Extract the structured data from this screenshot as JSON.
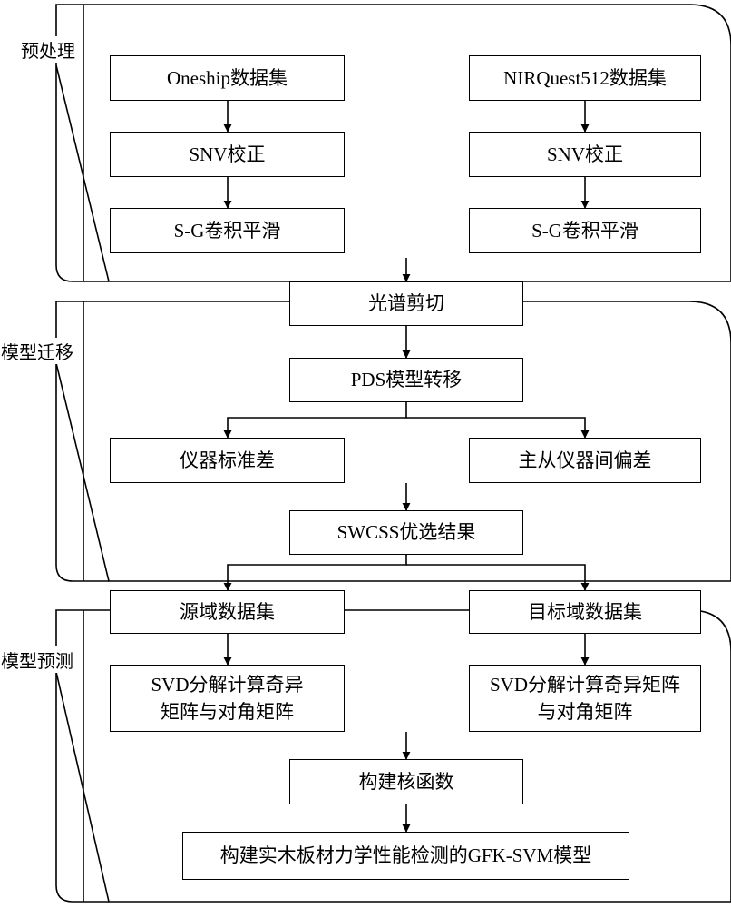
{
  "stages": {
    "preprocess": "预处理",
    "transfer": "模型迁移",
    "predict": "模型预测"
  },
  "nodes": {
    "oneship": "Oneship数据集",
    "nirquest": "NIRQuest512数据集",
    "snv_left": "SNV校正",
    "snv_right": "SNV校正",
    "sg_left": "S-G卷积平滑",
    "sg_right": "S-G卷积平滑",
    "spectral_cut": "光谱剪切",
    "pds": "PDS模型转移",
    "instrument_std": "仪器标准差",
    "master_slave_bias": "主从仪器间偏差",
    "swcss": "SWCSS优选结果",
    "source_domain": "源域数据集",
    "target_domain": "目标域数据集",
    "svd_left": "SVD分解计算奇异\n矩阵与对角矩阵",
    "svd_right": "SVD分解计算奇异矩阵\n与对角矩阵",
    "kernel": "构建核函数",
    "gfk_svm": "构建实木板材力学性能检测的GFK-SVM模型"
  }
}
